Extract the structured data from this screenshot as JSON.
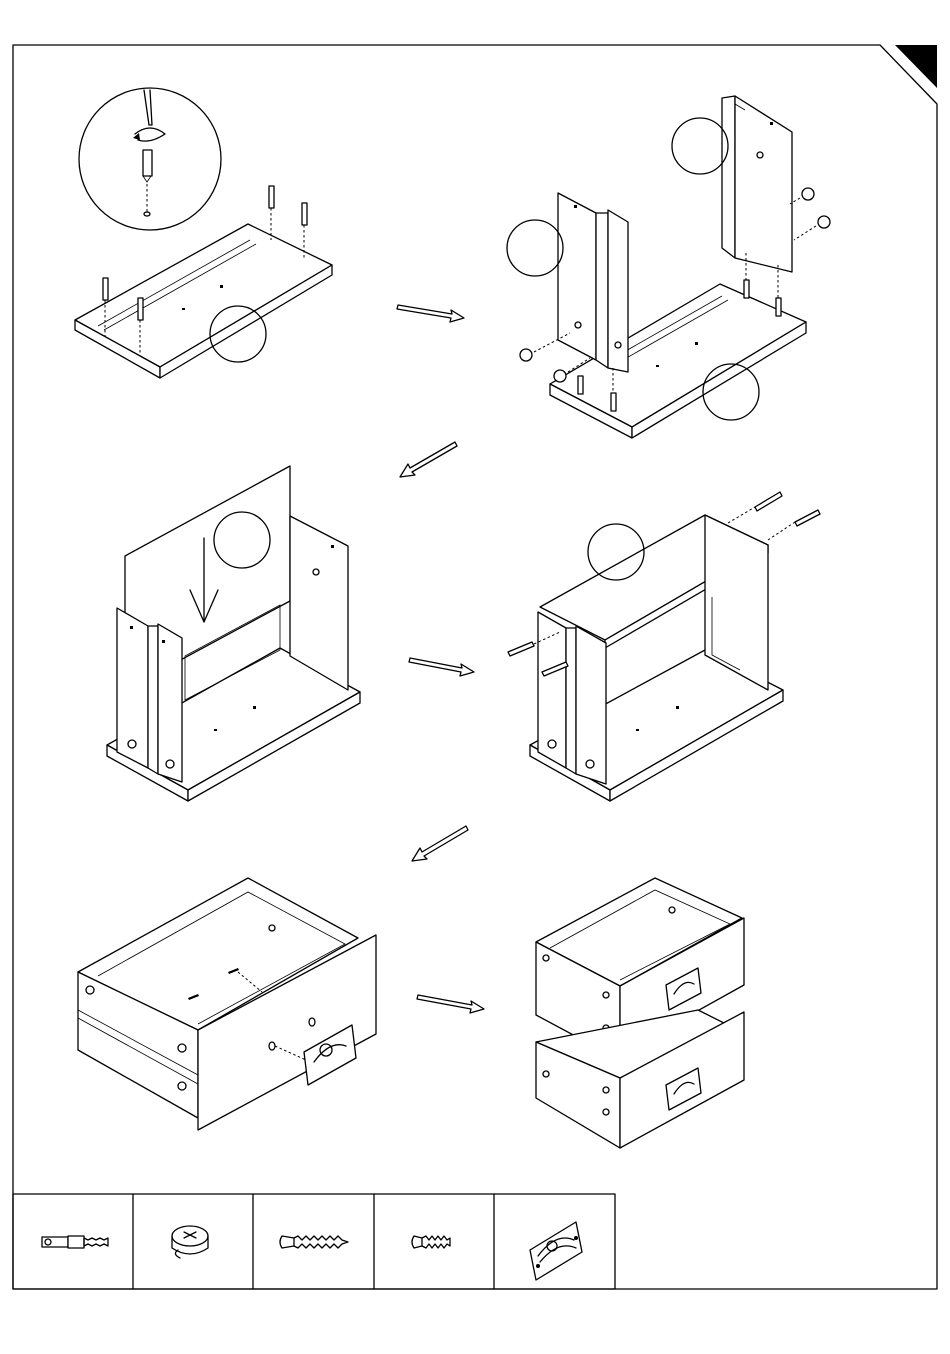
{
  "document": {
    "kind": "furniture assembly instructions",
    "steps": [
      {
        "id": "step-1",
        "callouts": [
          ""
        ]
      },
      {
        "id": "step-2",
        "callouts": [
          "",
          ""
        ]
      },
      {
        "id": "step-3",
        "callouts": [
          ""
        ]
      },
      {
        "id": "step-4",
        "callouts": [
          ""
        ]
      },
      {
        "id": "step-5",
        "callouts": []
      },
      {
        "id": "step-6",
        "callouts": []
      }
    ],
    "parts_table": [
      {
        "icon": "cam-bolt-icon"
      },
      {
        "icon": "cam-lock-icon"
      },
      {
        "icon": "long-screw-icon"
      },
      {
        "icon": "short-screw-icon"
      },
      {
        "icon": "drawer-handle-icon"
      }
    ]
  }
}
